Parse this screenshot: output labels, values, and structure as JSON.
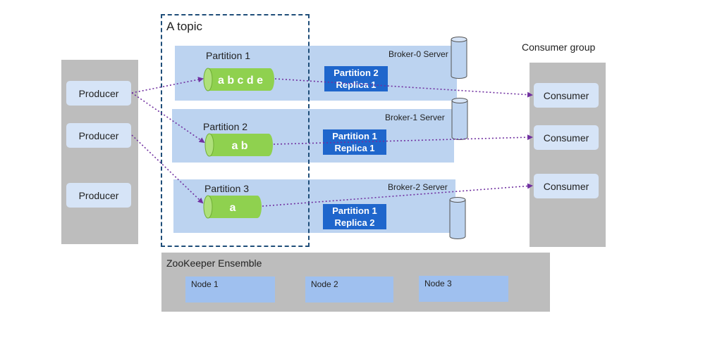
{
  "topic": {
    "title": "A topic"
  },
  "producers": [
    "Producer",
    "Producer",
    "Producer"
  ],
  "consumer_group": {
    "title": "Consumer group",
    "consumers": [
      "Consumer",
      "Consumer",
      "Consumer"
    ]
  },
  "brokers": [
    {
      "name": "Broker-0 Server",
      "partition": "Partition 1",
      "messages": "a b c d e",
      "replica_line1": "Partition 2",
      "replica_line2": "Replica 1"
    },
    {
      "name": "Broker-1 Server",
      "partition": "Partition 2",
      "messages": "a b",
      "replica_line1": "Partition 1",
      "replica_line2": "Replica 1"
    },
    {
      "name": "Broker-2 Server",
      "partition": "Partition 3",
      "messages": "a",
      "replica_line1": "Partition 1",
      "replica_line2": "Replica 2"
    }
  ],
  "zookeeper": {
    "title": "ZooKeeper Ensemble",
    "nodes": [
      "Node 1",
      "Node 2",
      "Node 3"
    ]
  },
  "colors": {
    "panel": "#bdbdbd",
    "broker": "#bcd3f0",
    "replica": "#1f66cc",
    "partition_cylinder": "#8fd14f",
    "arrow": "#7030a0",
    "topic_border": "#1f4e79"
  }
}
